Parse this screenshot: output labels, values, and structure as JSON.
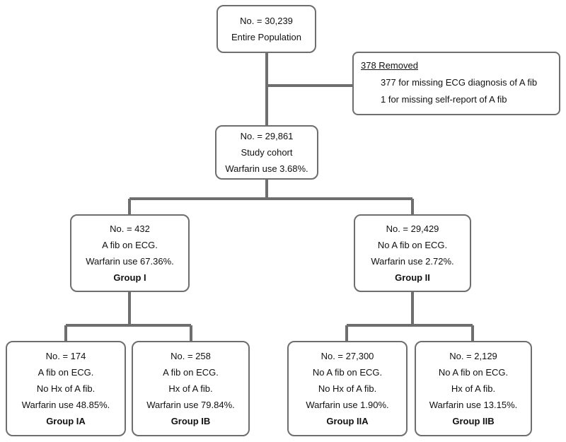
{
  "nodes": {
    "entire": {
      "lines": [
        "No. = 30,239",
        "Entire Population"
      ]
    },
    "removed": {
      "title": "378 Removed",
      "items": [
        "377 for missing ECG diagnosis of A fib",
        "1 for missing self-report of A fib"
      ]
    },
    "cohort": {
      "lines": [
        "No. = 29,861",
        "Study cohort",
        "Warfarin use 3.68%."
      ]
    },
    "group1": {
      "lines": [
        "No. = 432",
        "A fib on ECG.",
        "Warfarin use 67.36%."
      ],
      "label": "Group I"
    },
    "group2": {
      "lines": [
        "No. = 29,429",
        "No A fib on ECG.",
        "Warfarin use 2.72%."
      ],
      "label": "Group II"
    },
    "group1a": {
      "lines": [
        "No. = 174",
        "A fib on ECG.",
        "No Hx of A fib.",
        "Warfarin use 48.85%."
      ],
      "label": "Group IA"
    },
    "group1b": {
      "lines": [
        "No. = 258",
        "A fib on ECG.",
        "Hx of A fib.",
        "Warfarin use 79.84%."
      ],
      "label": "Group IB"
    },
    "group2a": {
      "lines": [
        "No. = 27,300",
        "No A fib on ECG.",
        "No Hx of A fib.",
        "Warfarin use 1.90%."
      ],
      "label": "Group IIA"
    },
    "group2b": {
      "lines": [
        "No. = 2,129",
        "No A fib on ECG.",
        "Hx of A fib.",
        "Warfarin use 13.15%."
      ],
      "label": "Group IIB"
    }
  }
}
